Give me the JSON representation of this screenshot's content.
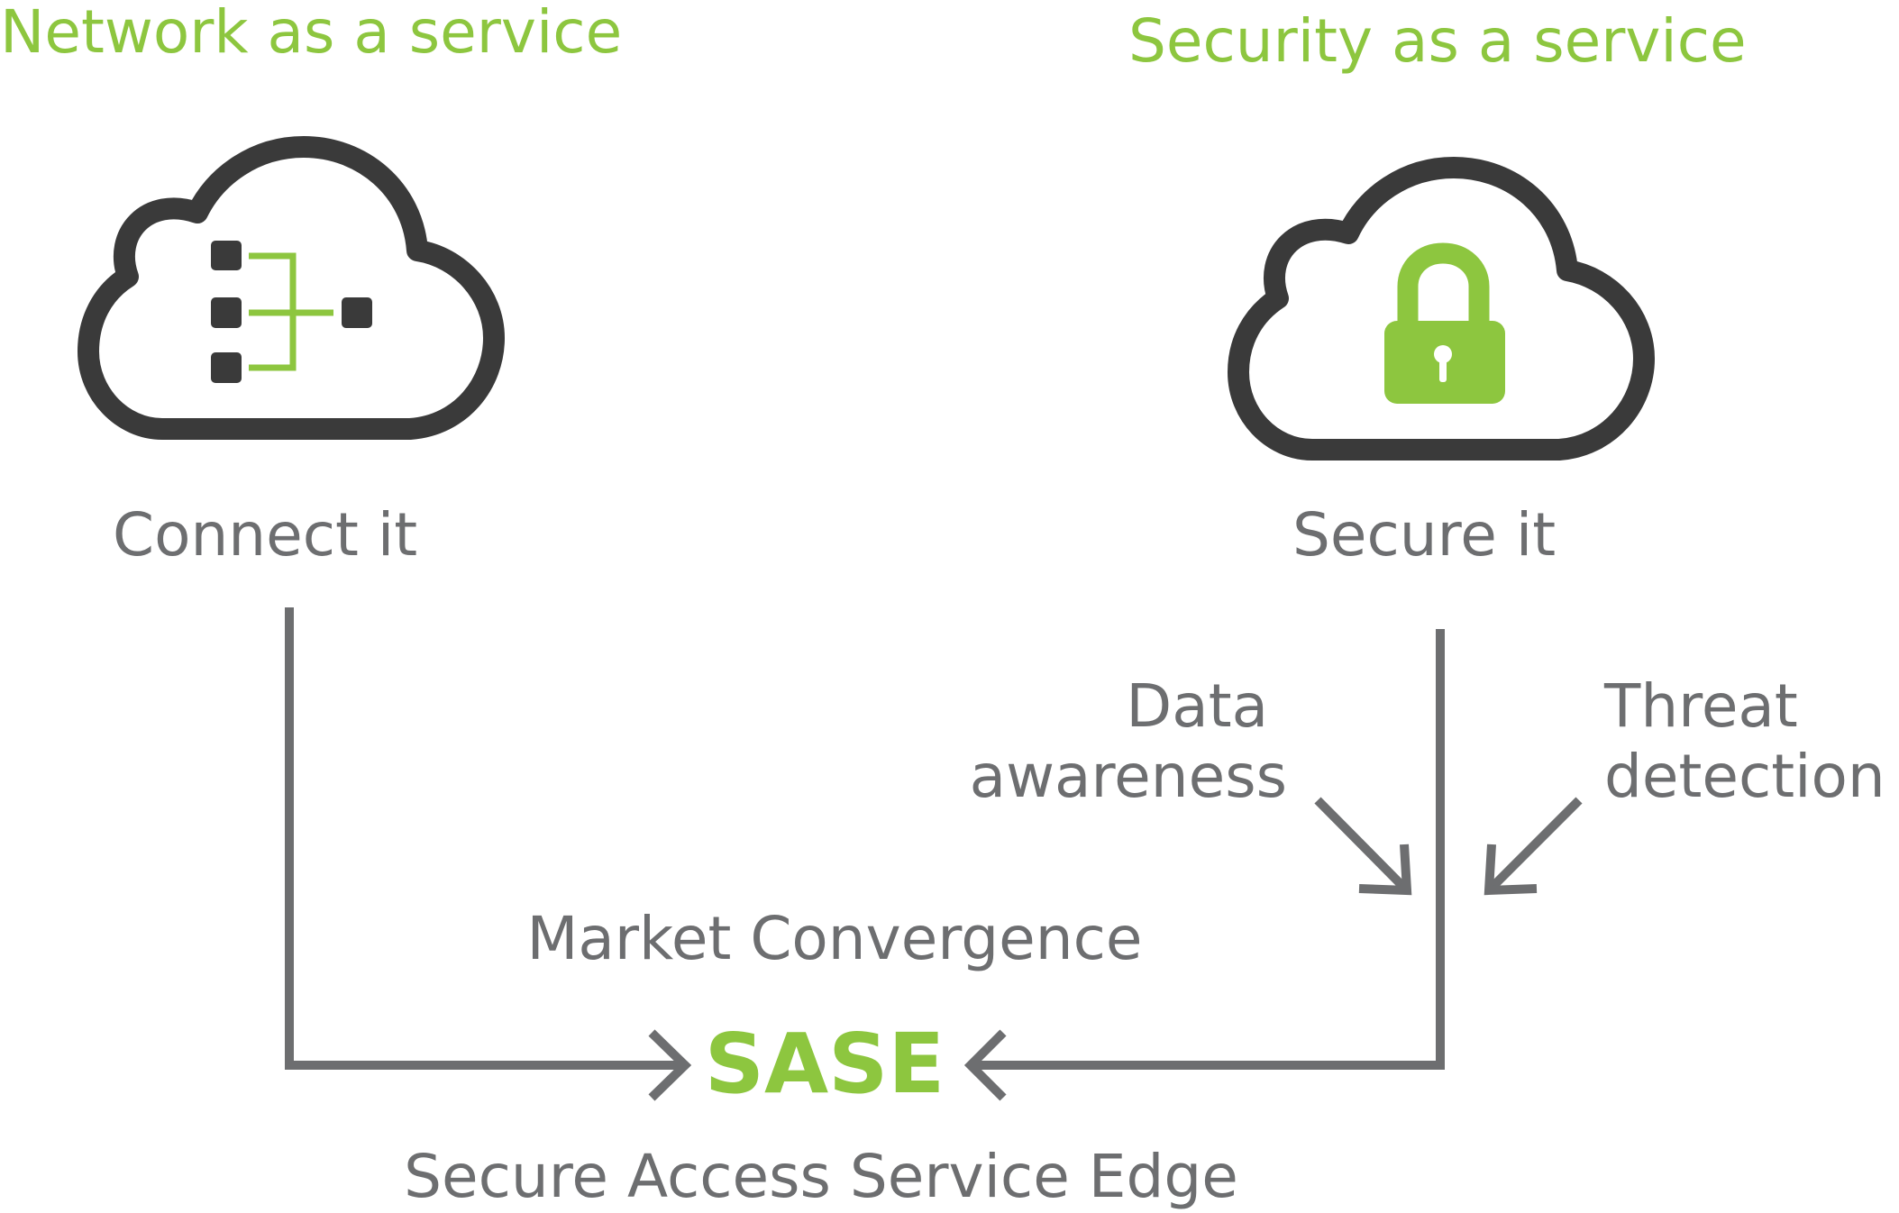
{
  "colors": {
    "accent": "#8dc63f",
    "text_gray": "#6d6e70",
    "icon_dark": "#3a3a3a",
    "line_gray": "#6d6e70"
  },
  "left": {
    "heading": "Network as a service",
    "caption": "Connect it",
    "icon": "cloud-network-icon"
  },
  "right": {
    "heading": "Security as a service",
    "caption": "Secure it",
    "icon": "cloud-lock-icon"
  },
  "inputs": {
    "data_awareness": [
      "Data",
      "awareness"
    ],
    "threat_detection": [
      "Threat",
      "detection"
    ]
  },
  "center": {
    "market_convergence": "Market Convergence",
    "sase": "SASE",
    "sase_full": "Secure Access Service Edge"
  }
}
